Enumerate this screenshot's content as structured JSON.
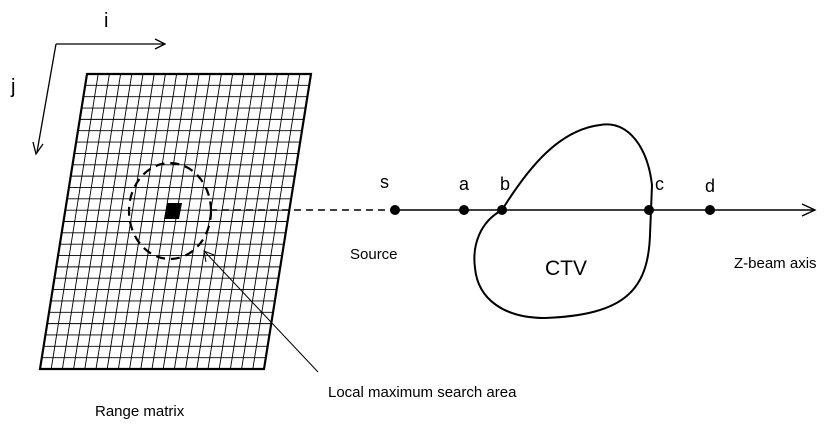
{
  "diagram": {
    "axis_i_label": "i",
    "axis_j_label": "j",
    "range_matrix_label": "Range matrix",
    "search_area_label": "Local maximum search area",
    "source_label": "Source",
    "ctv_label": "CTV",
    "beam_axis_label": "Z-beam axis",
    "points": [
      {
        "id": "s",
        "label": "s"
      },
      {
        "id": "a",
        "label": "a"
      },
      {
        "id": "b",
        "label": "b"
      },
      {
        "id": "c",
        "label": "c"
      },
      {
        "id": "d",
        "label": "d"
      }
    ]
  }
}
